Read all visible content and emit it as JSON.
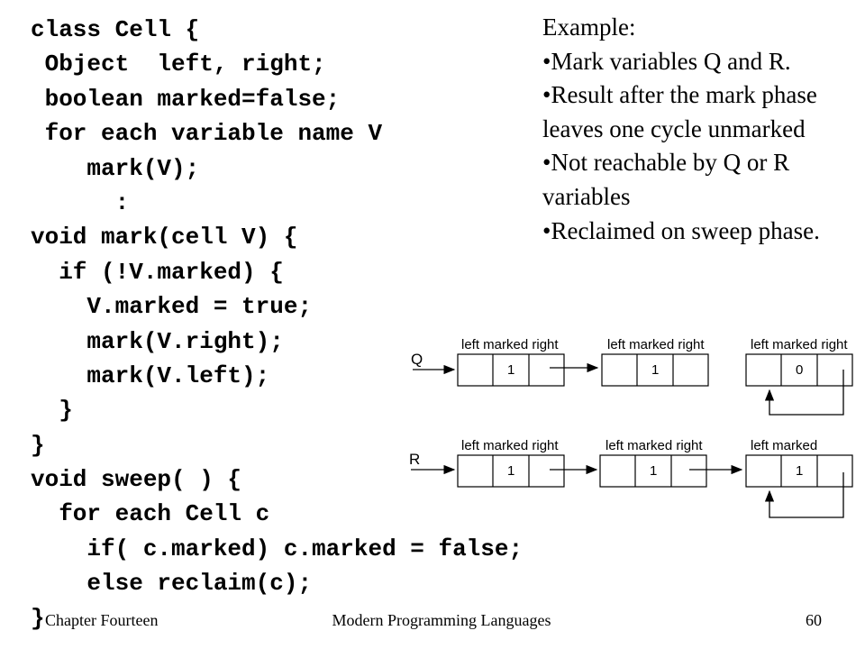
{
  "code_lines": [
    "class Cell {",
    " Object  left, right;",
    " boolean marked=false;",
    " for each variable name V",
    "    mark(V);",
    "      :",
    "void mark(cell V) {",
    "  if (!V.marked) {",
    "    V.marked = true;",
    "    mark(V.right);",
    "    mark(V.left);",
    "  }",
    "}",
    "void sweep( ) {",
    "  for each Cell c",
    "    if( c.marked) c.marked = false;",
    "    else reclaim(c);",
    "}"
  ],
  "notes": [
    "Example:",
    "•Mark variables Q and R.",
    "•Result after the mark phase leaves one cycle unmarked",
    "•Not reachable by Q or R variables",
    "•Reclaimed on sweep phase."
  ],
  "diagram": {
    "row_q": {
      "var": "Q",
      "headers": [
        "left marked right",
        "left marked right",
        "left marked right"
      ],
      "marks": [
        "1",
        "1",
        "0"
      ]
    },
    "row_r": {
      "var": "R",
      "headers": [
        "left marked right",
        "left marked right",
        "left marked"
      ],
      "marks": [
        "1",
        "1",
        "1"
      ]
    }
  },
  "footer": {
    "left": "Chapter Fourteen",
    "center": "Modern Programming Languages",
    "right": "60"
  }
}
